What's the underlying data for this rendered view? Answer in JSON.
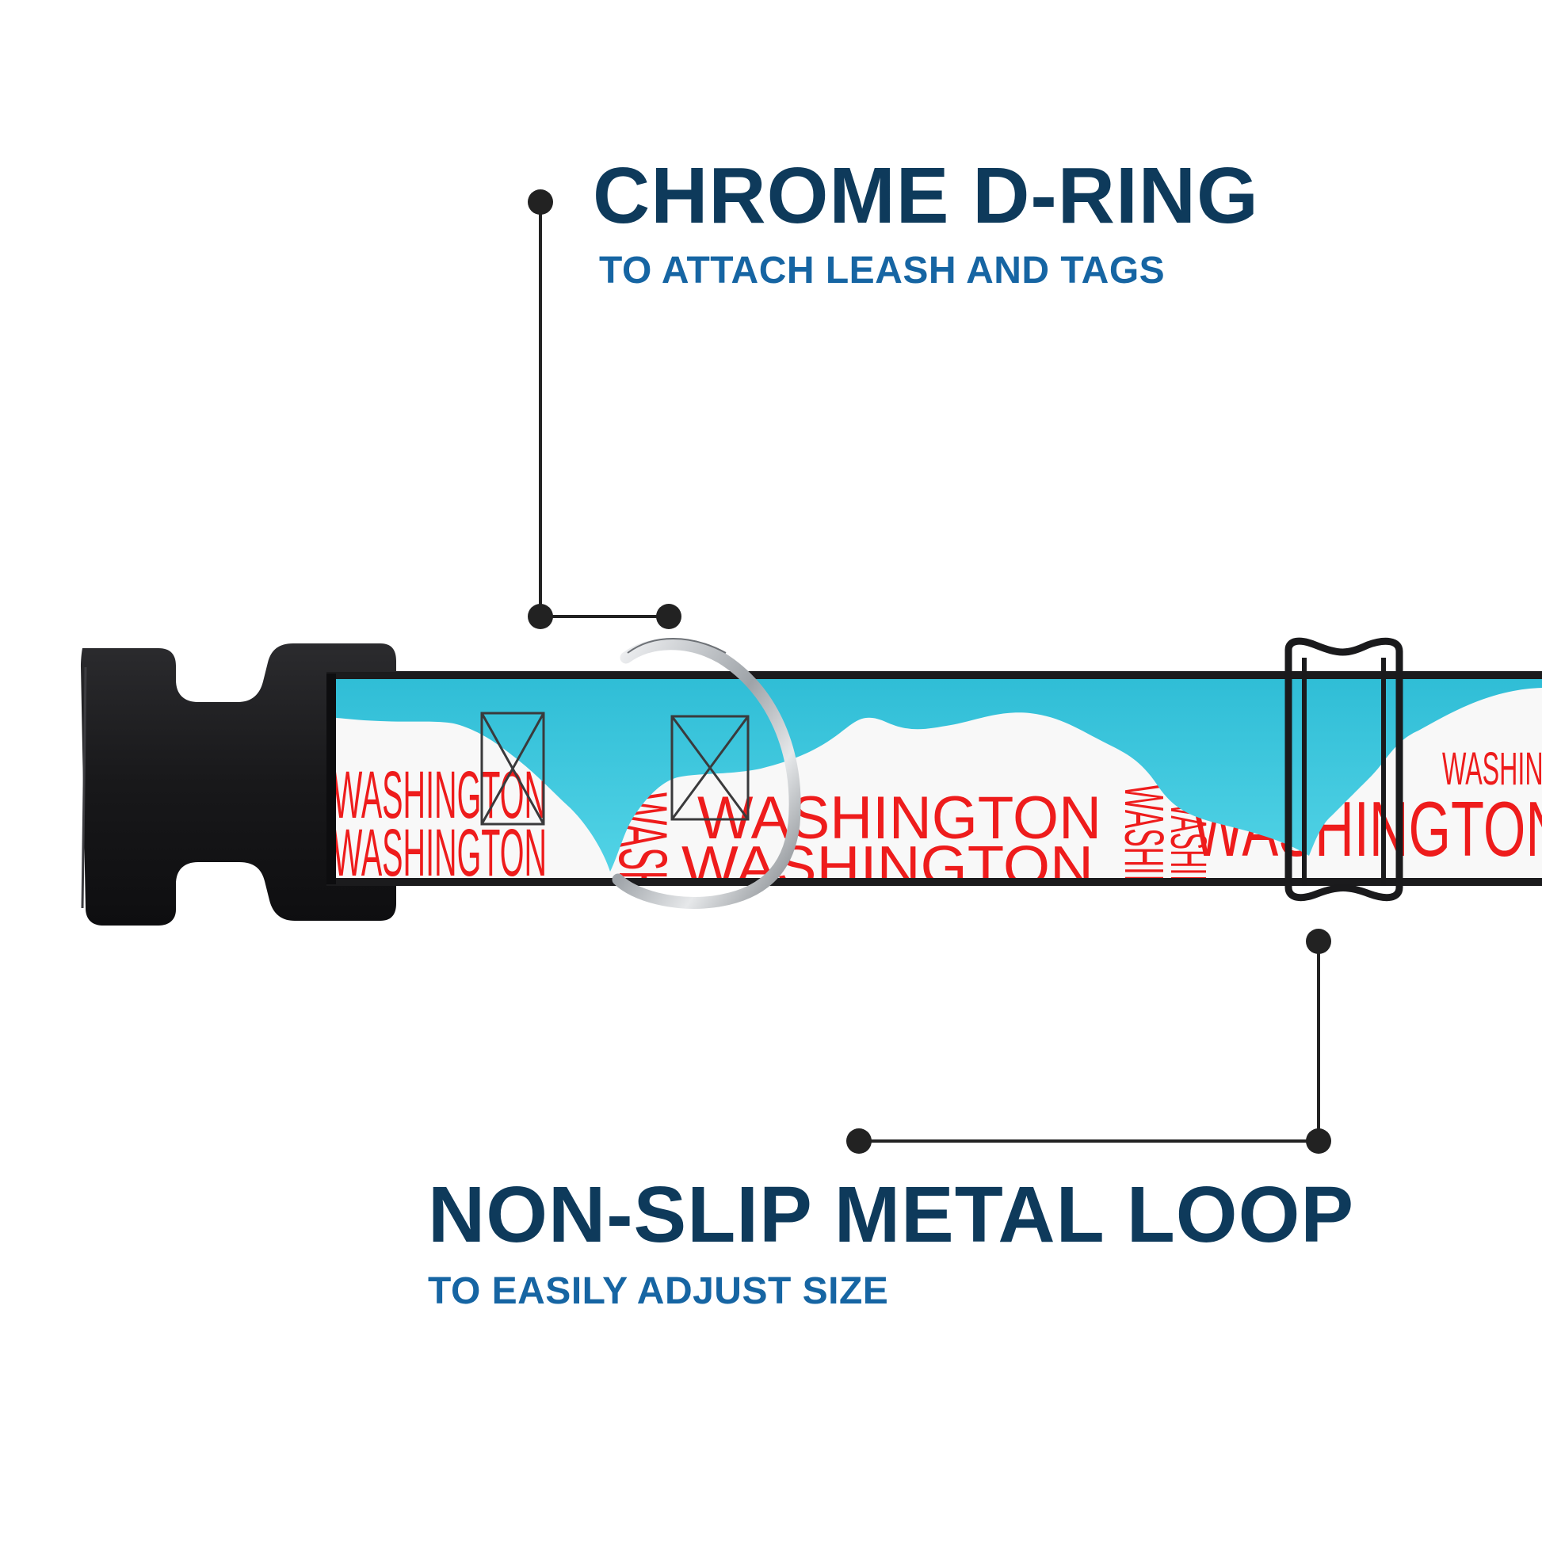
{
  "callouts": {
    "d_ring": {
      "title": "CHROME D-RING",
      "subtitle": "TO ATTACH LEASH AND TAGS"
    },
    "loop": {
      "title": "NON-SLIP METAL LOOP",
      "subtitle": "TO EASILY ADJUST SIZE"
    }
  },
  "collar": {
    "print_word": "WASHINGTON",
    "colors": {
      "sky": "#35c3da",
      "print_red": "#ee1c1c",
      "webbing_white": "#f8f8f8",
      "buckle": "#1c1c1e",
      "chrome": "#c9ccd0"
    }
  },
  "colors": {
    "title": "#0e3a5b",
    "subtitle": "#1665a3",
    "leader": "#222222"
  }
}
